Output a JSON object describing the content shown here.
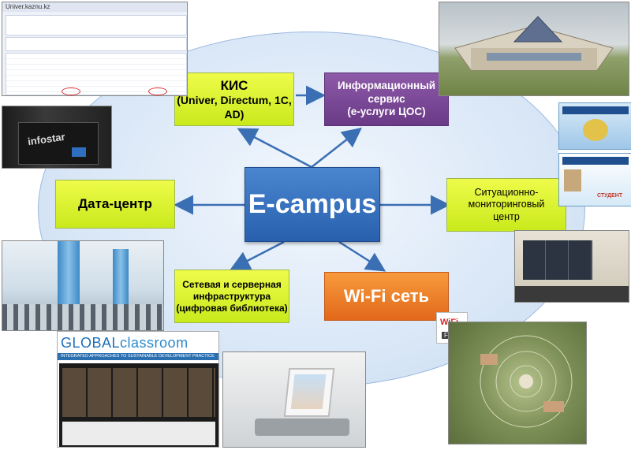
{
  "center": {
    "label": "E-campus"
  },
  "nodes": {
    "kis": {
      "title": "КИС",
      "subtitle": "(Univer, Directum, 1С, AD)"
    },
    "info": {
      "line1": "Информационный",
      "line2": "сервис",
      "line3": "(е-услуги ЦОС)"
    },
    "datacenter": {
      "label": "Дата-центр"
    },
    "situational": {
      "line1": "Ситуационно-",
      "line2": "мониторинговый",
      "line3": "центр"
    },
    "network": {
      "line1": "Сетевая и серверная",
      "line2": "инфраструктура",
      "line3": "(цифровая библиотека)"
    },
    "wifi": {
      "label": "Wi-Fi сеть"
    }
  },
  "pictures": {
    "univer_screenshot": {
      "url": "Univer.kaznu.kz"
    },
    "server_rack": {
      "brand": "infostar"
    },
    "wifi_logo": {
      "top": "WiFi",
      "bottom": "FREE"
    },
    "global_classroom": {
      "logo_global": "GLOBAL",
      "logo_classroom": "classroom",
      "tagline": "INTEGRATED APPROACHES TO SUSTAINABLE DEVELOPMENT PRACTICE"
    },
    "cards": {
      "card_label": "СТУДЕНТ"
    }
  },
  "colors": {
    "green": "#d6f02a",
    "purple": "#7a4a98",
    "orange": "#ee7a24",
    "center_blue": "#3a72be",
    "arrow": "#3b6fb4"
  }
}
